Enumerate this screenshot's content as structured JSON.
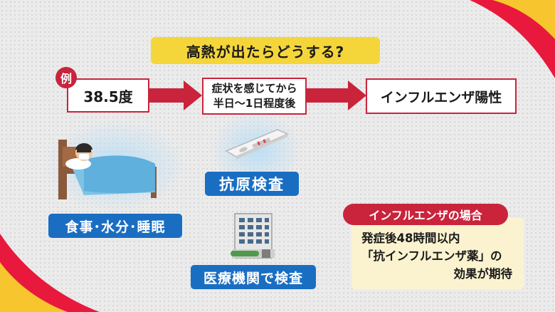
{
  "title": "高熱が出たらどうする?",
  "example_badge": "例",
  "flow": {
    "step1": "38.5度",
    "step2_line1": "症状を感じてから",
    "step2_line2": "半日〜1日程度後",
    "step3": "インフルエンザ陽性"
  },
  "labels": {
    "rest": "食事･水分･睡眠",
    "antigen": "抗原検査",
    "clinic": "医療機関で検査"
  },
  "influenza_case": {
    "header": "インフルエンザの場合",
    "line1": "発症後48時間以内",
    "line2": "「抗インフルエンザ薬」の",
    "line3": "効果が期待"
  },
  "colors": {
    "accent_red": "#c9243c",
    "title_yellow": "#f4d63a",
    "label_blue": "#1a6ec2",
    "note_cream": "#fbf3d0"
  },
  "icons": [
    "sick-person-in-bed-icon",
    "antigen-test-kit-icon",
    "hospital-building-icon"
  ]
}
